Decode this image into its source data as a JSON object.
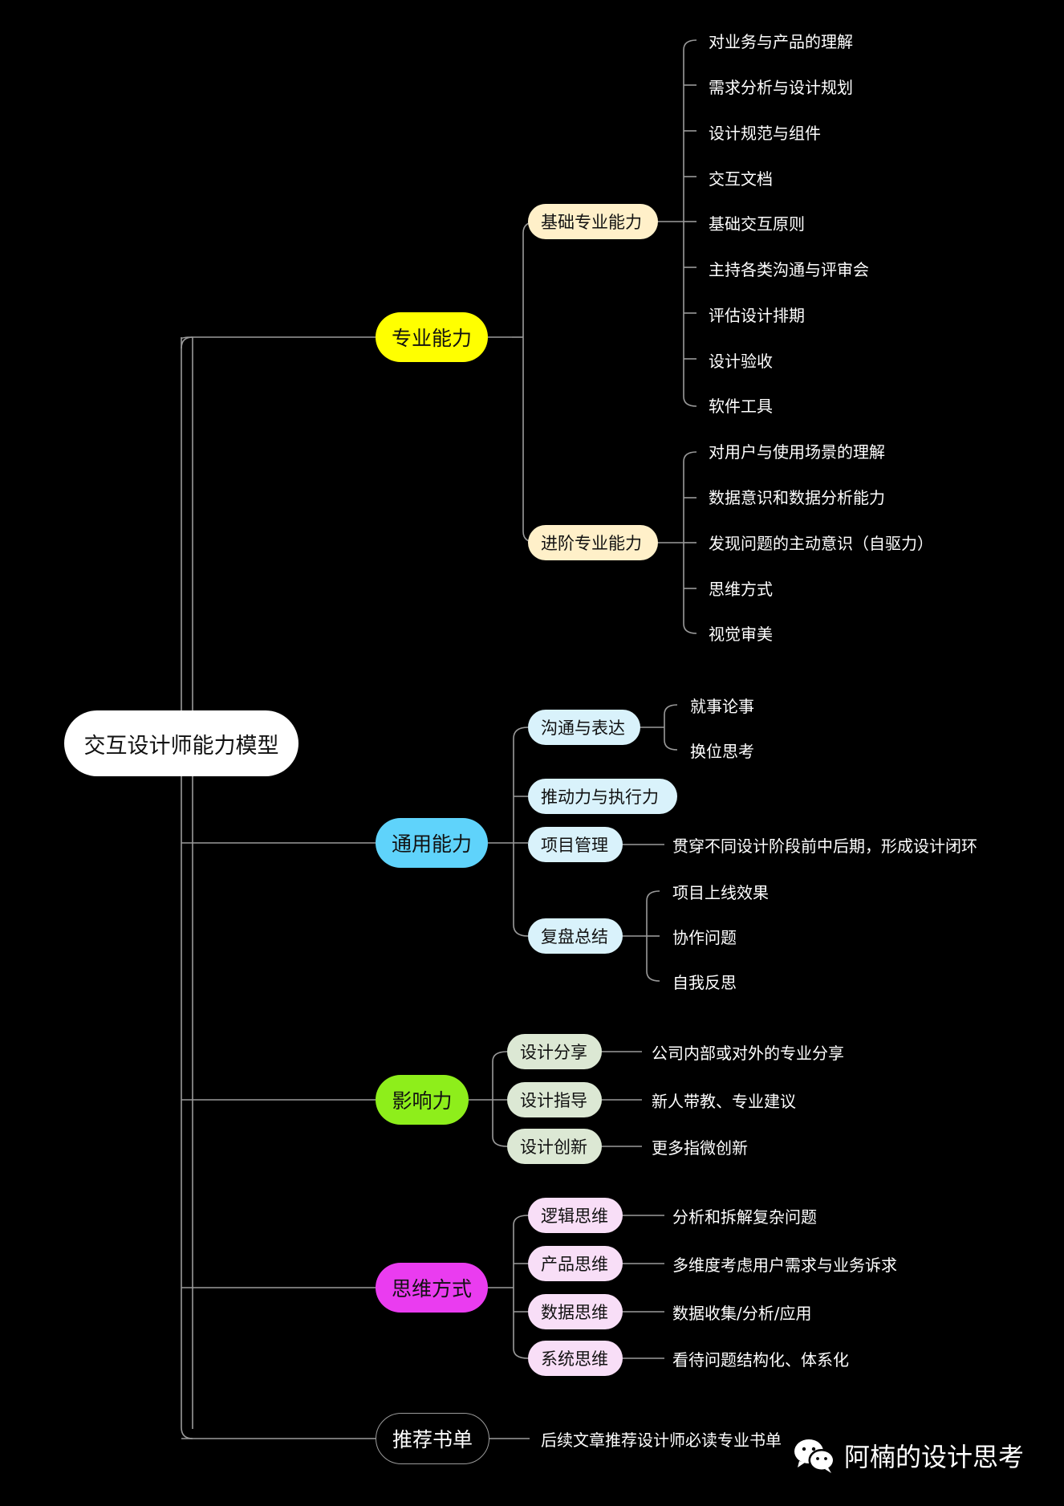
{
  "root": "交互设计师能力模型",
  "branches": {
    "professional": {
      "label": "专业能力",
      "basic": {
        "label": "基础专业能力",
        "items": [
          "对业务与产品的理解",
          "需求分析与设计规划",
          "设计规范与组件",
          "交互文档",
          "基础交互原则",
          "主持各类沟通与评审会",
          "评估设计排期",
          "设计验收",
          "软件工具"
        ]
      },
      "advanced": {
        "label": "进阶专业能力",
        "items": [
          "对用户与使用场景的理解",
          "数据意识和数据分析能力",
          "发现问题的主动意识（自驱力）",
          "思维方式",
          "视觉审美"
        ]
      }
    },
    "general": {
      "label": "通用能力",
      "communication": {
        "label": "沟通与表达",
        "items": [
          "就事论事",
          "换位思考"
        ]
      },
      "execution": {
        "label": "推动力与执行力"
      },
      "project": {
        "label": "项目管理",
        "items": [
          "贯穿不同设计阶段前中后期，形成设计闭环"
        ]
      },
      "review": {
        "label": "复盘总结",
        "items": [
          "项目上线效果",
          "协作问题",
          "自我反思"
        ]
      }
    },
    "influence": {
      "label": "影响力",
      "share": {
        "label": "设计分享",
        "items": [
          "公司内部或对外的专业分享"
        ]
      },
      "guide": {
        "label": "设计指导",
        "items": [
          "新人带教、专业建议"
        ]
      },
      "innovate": {
        "label": "设计创新",
        "items": [
          "更多指微创新"
        ]
      }
    },
    "thinking": {
      "label": "思维方式",
      "logic": {
        "label": "逻辑思维",
        "items": [
          "分析和拆解复杂问题"
        ]
      },
      "product": {
        "label": "产品思维",
        "items": [
          "多维度考虑用户需求与业务诉求"
        ]
      },
      "data": {
        "label": "数据思维",
        "items": [
          "数据收集/分析/应用"
        ]
      },
      "system": {
        "label": "系统思维",
        "items": [
          "看待问题结构化、体系化"
        ]
      }
    },
    "books": {
      "label": "推荐书单",
      "items": [
        "后续文章推荐设计师必读专业书单"
      ]
    }
  },
  "watermark": {
    "text": "阿楠的设计思考",
    "icon": "wechat-icon"
  },
  "colors": {
    "background": "#000000",
    "line": "#9a9a9a",
    "professional": "#ffff00",
    "general": "#5fd3fb",
    "influence": "#8eee1b",
    "thinking": "#ea3cf0",
    "sub_professional": "#fff0c9",
    "sub_general": "#d9f2fb",
    "sub_influence": "#dce8d4",
    "sub_thinking": "#f8def7"
  }
}
